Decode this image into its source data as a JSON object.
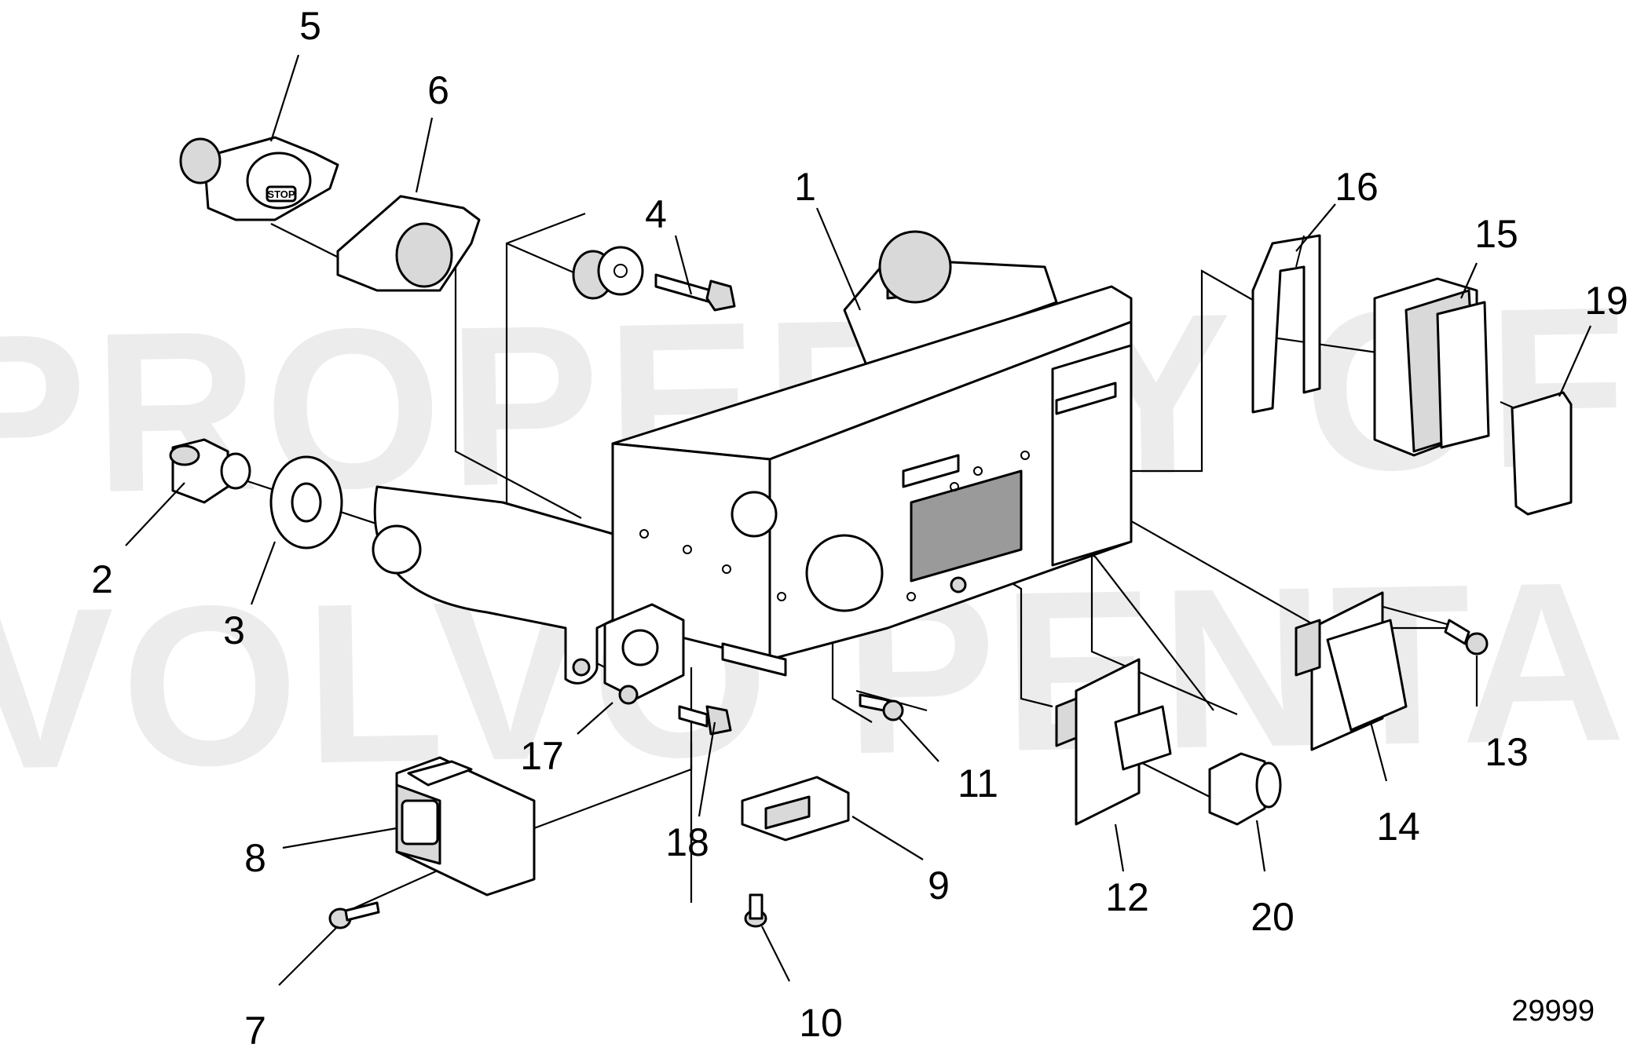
{
  "watermark": {
    "line1": "PROPERTY OF",
    "line2": "VOLVO PENTA"
  },
  "reference_number": "29999",
  "stop_text": "STOP",
  "callouts": [
    {
      "id": "1",
      "label": "1"
    },
    {
      "id": "2",
      "label": "2"
    },
    {
      "id": "3",
      "label": "3"
    },
    {
      "id": "4",
      "label": "4"
    },
    {
      "id": "5",
      "label": "5"
    },
    {
      "id": "6",
      "label": "6"
    },
    {
      "id": "7",
      "label": "7"
    },
    {
      "id": "8",
      "label": "8"
    },
    {
      "id": "9",
      "label": "9"
    },
    {
      "id": "10",
      "label": "10"
    },
    {
      "id": "11",
      "label": "11"
    },
    {
      "id": "12",
      "label": "12"
    },
    {
      "id": "13",
      "label": "13"
    },
    {
      "id": "14",
      "label": "14"
    },
    {
      "id": "15",
      "label": "15"
    },
    {
      "id": "16",
      "label": "16"
    },
    {
      "id": "17",
      "label": "17"
    },
    {
      "id": "18",
      "label": "18"
    },
    {
      "id": "19",
      "label": "19"
    },
    {
      "id": "20",
      "label": "20"
    }
  ]
}
